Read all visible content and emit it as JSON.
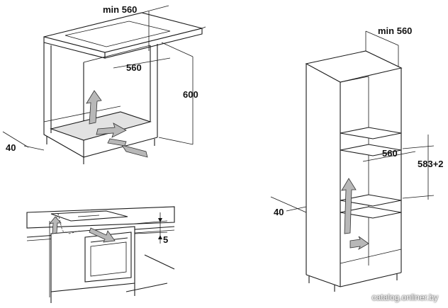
{
  "diagram_1": {
    "dim_width_min": "min 560",
    "dim_depth": "560",
    "dim_height": "600",
    "dim_front": "40"
  },
  "diagram_2": {
    "dim_gap": "5"
  },
  "diagram_3": {
    "dim_width_min": "min 560",
    "dim_depth": "560",
    "dim_height": "583+2",
    "dim_front": "40"
  },
  "watermark": "catalog.onliner.by"
}
